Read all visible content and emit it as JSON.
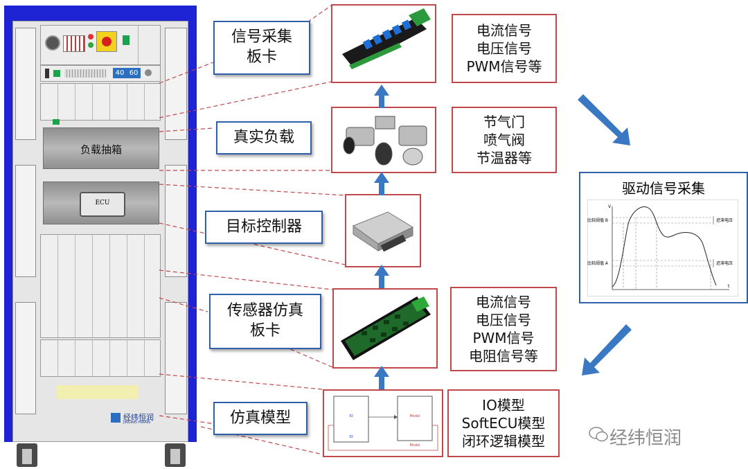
{
  "cabinet": {
    "drawer_load": "负载抽箱",
    "ecu_label": "ECU",
    "display_left": "40",
    "display_right": "60",
    "logo_text": "经纬恒润",
    "logo_sub": "JINGWEI HIRAIN"
  },
  "labels": {
    "signal_acq": [
      "信号采集",
      "板卡"
    ],
    "real_load": "真实负载",
    "target_ctrl": "目标控制器",
    "sensor_sim": [
      "传感器仿真",
      "板卡"
    ],
    "sim_model": "仿真模型"
  },
  "text_boxes": {
    "acq_signals": [
      "电流信号",
      "电压信号",
      "PWM信号等"
    ],
    "load_items": [
      "节气门",
      "喷气阀",
      "节温器等"
    ],
    "sensor_signals": [
      "电流信号",
      "电压信号",
      "PWM信号",
      "电阻信号等"
    ],
    "models": [
      "IO模型",
      "SoftECU模型",
      "闭环逻辑模型"
    ]
  },
  "model_diagram": {
    "block_left_top": "IO",
    "block_left_bottom": "IO",
    "block_right": "Model",
    "feedback": "Model"
  },
  "drive": {
    "title": "驱动信号采集",
    "y_axis": "V",
    "x_axis": "t",
    "threshold_b": "比较阈值 B",
    "threshold_a": "比较阈值 A",
    "hyst_top": "迟滞电压",
    "hyst_bottom": "迟滞电压"
  },
  "watermark": "经纬恒润",
  "colors": {
    "cabinet_blue": "#1e24d4",
    "label_border": "#2f5fa8",
    "box_border": "#c0474a",
    "arrow": "#3b78c4"
  }
}
